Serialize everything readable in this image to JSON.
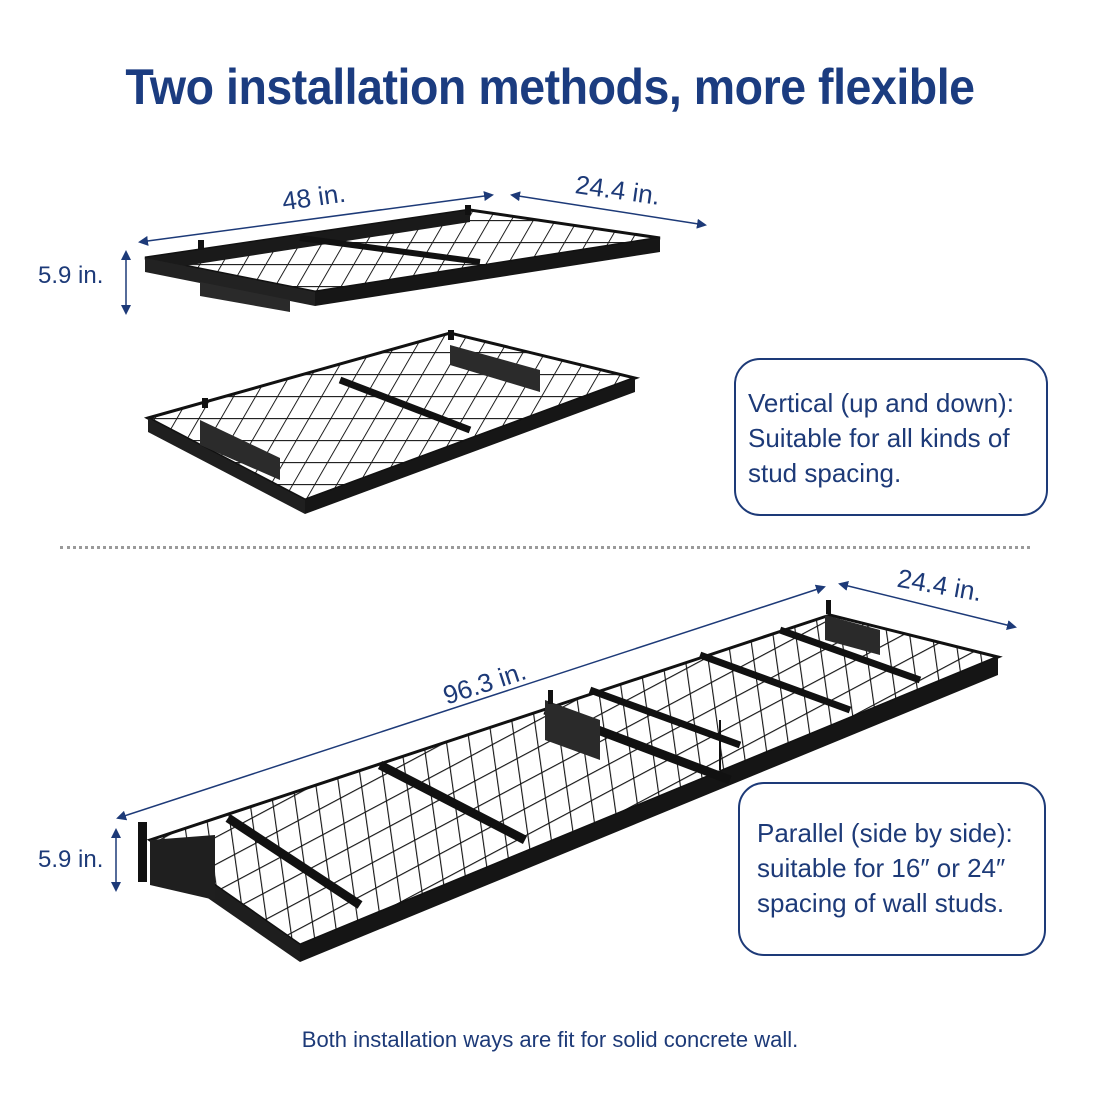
{
  "title": "Two installation methods, more flexible",
  "colors": {
    "title": "#1b3c80",
    "text": "#1d3a78",
    "shelf": "#111111",
    "divider": "#9a9a9a",
    "background": "#ffffff"
  },
  "vertical_section": {
    "dimensions": {
      "length": "48 in.",
      "depth": "24.4 in.",
      "height": "5.9 in."
    },
    "callout": {
      "lines": [
        "Vertical (up and down):",
        "Suitable for all kinds of",
        "stud spacing."
      ]
    },
    "image": "two-stacked-wire-shelves"
  },
  "parallel_section": {
    "dimensions": {
      "length": "96.3 in.",
      "depth": "24.4 in.",
      "height": "5.9 in."
    },
    "callout": {
      "lines": [
        "Parallel (side by side):",
        "suitable for 16″ or 24″",
        "spacing of wall studs."
      ]
    },
    "image": "two-side-by-side-wire-shelves"
  },
  "footer": "Both installation ways are fit for solid concrete wall."
}
